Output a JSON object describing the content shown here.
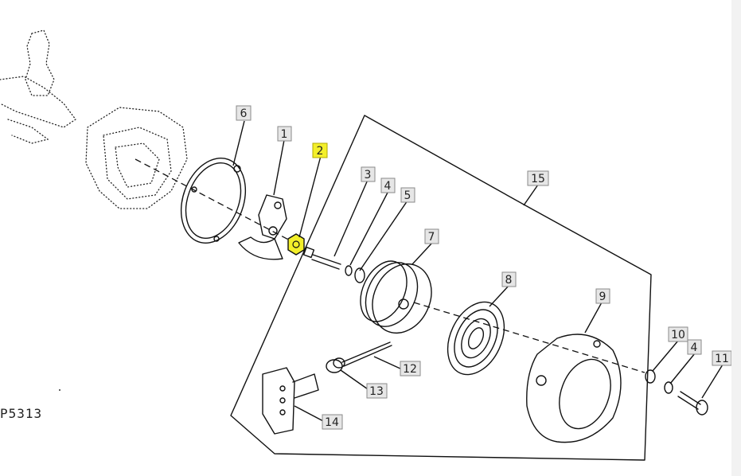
{
  "figure_code": "P5313",
  "highlight_color": "#f3ef2a",
  "callouts": [
    {
      "id": "c1",
      "label": "1"
    },
    {
      "id": "c2",
      "label": "2",
      "highlighted": true
    },
    {
      "id": "c3",
      "label": "3"
    },
    {
      "id": "c4a",
      "label": "4"
    },
    {
      "id": "c5",
      "label": "5"
    },
    {
      "id": "c6",
      "label": "6"
    },
    {
      "id": "c7",
      "label": "7"
    },
    {
      "id": "c8",
      "label": "8"
    },
    {
      "id": "c9",
      "label": "9"
    },
    {
      "id": "c10",
      "label": "10"
    },
    {
      "id": "c4b",
      "label": "4"
    },
    {
      "id": "c11",
      "label": "11"
    },
    {
      "id": "c12",
      "label": "12"
    },
    {
      "id": "c13",
      "label": "13"
    },
    {
      "id": "c14",
      "label": "14"
    },
    {
      "id": "c15",
      "label": "15"
    }
  ]
}
